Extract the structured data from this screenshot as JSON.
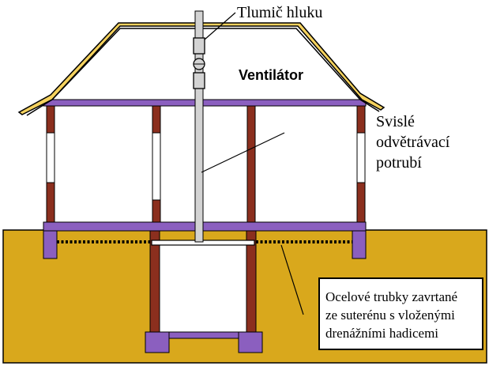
{
  "labels": {
    "silencer": "Tlumič hluku",
    "fan": "Ventilátor",
    "vertical_pipe": [
      "Svislé",
      "odvětrávací",
      "potrubí"
    ],
    "steel_pipes": [
      "Ocelové trubky zavrtané",
      "ze suterénu s vloženými",
      "drenážními hadicemi"
    ]
  },
  "colors": {
    "ground": "#d9a81c",
    "roof": "#f5d25e",
    "purple": "#8b5fbf",
    "wall_brown": "#8b2f1e",
    "pipe_gray": "#d3d3d3",
    "outline": "#000000"
  }
}
